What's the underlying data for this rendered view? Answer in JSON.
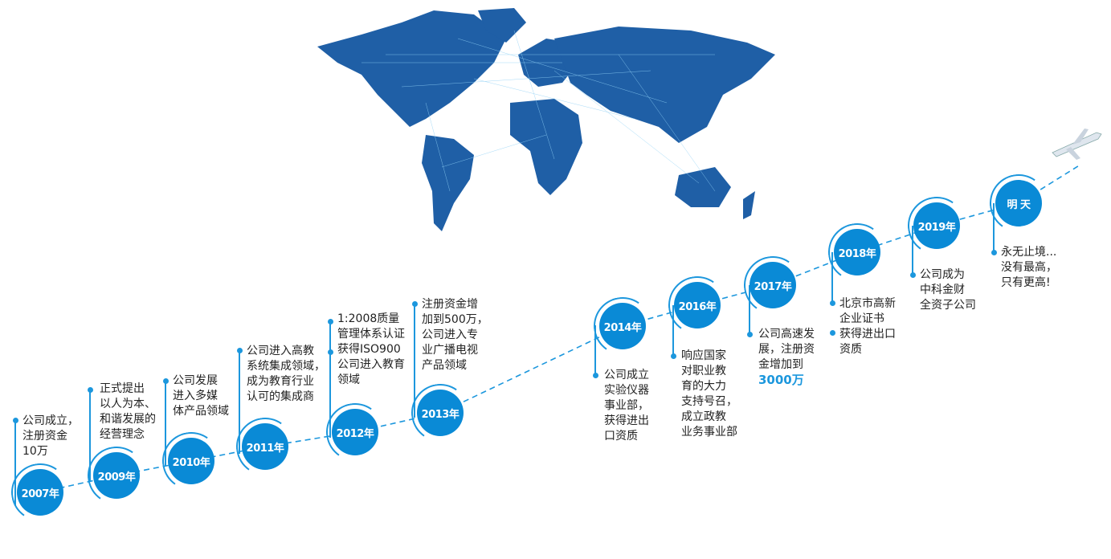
{
  "colors": {
    "accent": "#0a8ad6",
    "line": "#1c97dd",
    "map": "#1f5fa6"
  },
  "events": [
    {
      "year": "2007年",
      "lines": [
        "公司成立，",
        "注册资金",
        "10万"
      ]
    },
    {
      "year": "2009年",
      "lines": [
        "正式提出",
        "以人为本、",
        "和谐发展的",
        "经营理念"
      ]
    },
    {
      "year": "2010年",
      "lines": [
        "公司发展",
        "进入多媒",
        "体产品领域"
      ]
    },
    {
      "year": "2011年",
      "lines": [
        "公司进入高教",
        "系统集成领域，",
        "成为教育行业",
        "认可的集成商"
      ]
    },
    {
      "year": "2012年",
      "lines": [
        "1:2008质量",
        "管理体系认证",
        "获得ISO900",
        "公司进入教育",
        "领域"
      ]
    },
    {
      "year": "2013年",
      "lines": [
        "注册资金增",
        "加到500万，",
        "公司进入专",
        "业广播电视",
        "产品领域"
      ]
    },
    {
      "year": "2014年",
      "lines": [
        "公司成立",
        "实验仪器",
        "事业部，",
        "获得进出",
        "口资质"
      ]
    },
    {
      "year": "2016年",
      "lines": [
        "响应国家",
        "对职业教",
        "育的大力",
        "支持号召，",
        "成立政教",
        "业务事业部"
      ]
    },
    {
      "year": "2017年",
      "lines": [
        "公司高速发",
        "展，注册资",
        "金增加到"
      ],
      "highlight": "3000万"
    },
    {
      "year": "2018年",
      "lines": [
        "北京市高新",
        "企业证书",
        "获得进出口",
        "资质"
      ]
    },
    {
      "year": "2019年",
      "lines": [
        "公司成为",
        "中科金财",
        "全资子公司"
      ]
    },
    {
      "year": "明 天",
      "lines": [
        "永无止境...",
        "没有最高，",
        "只有更高!"
      ]
    }
  ]
}
